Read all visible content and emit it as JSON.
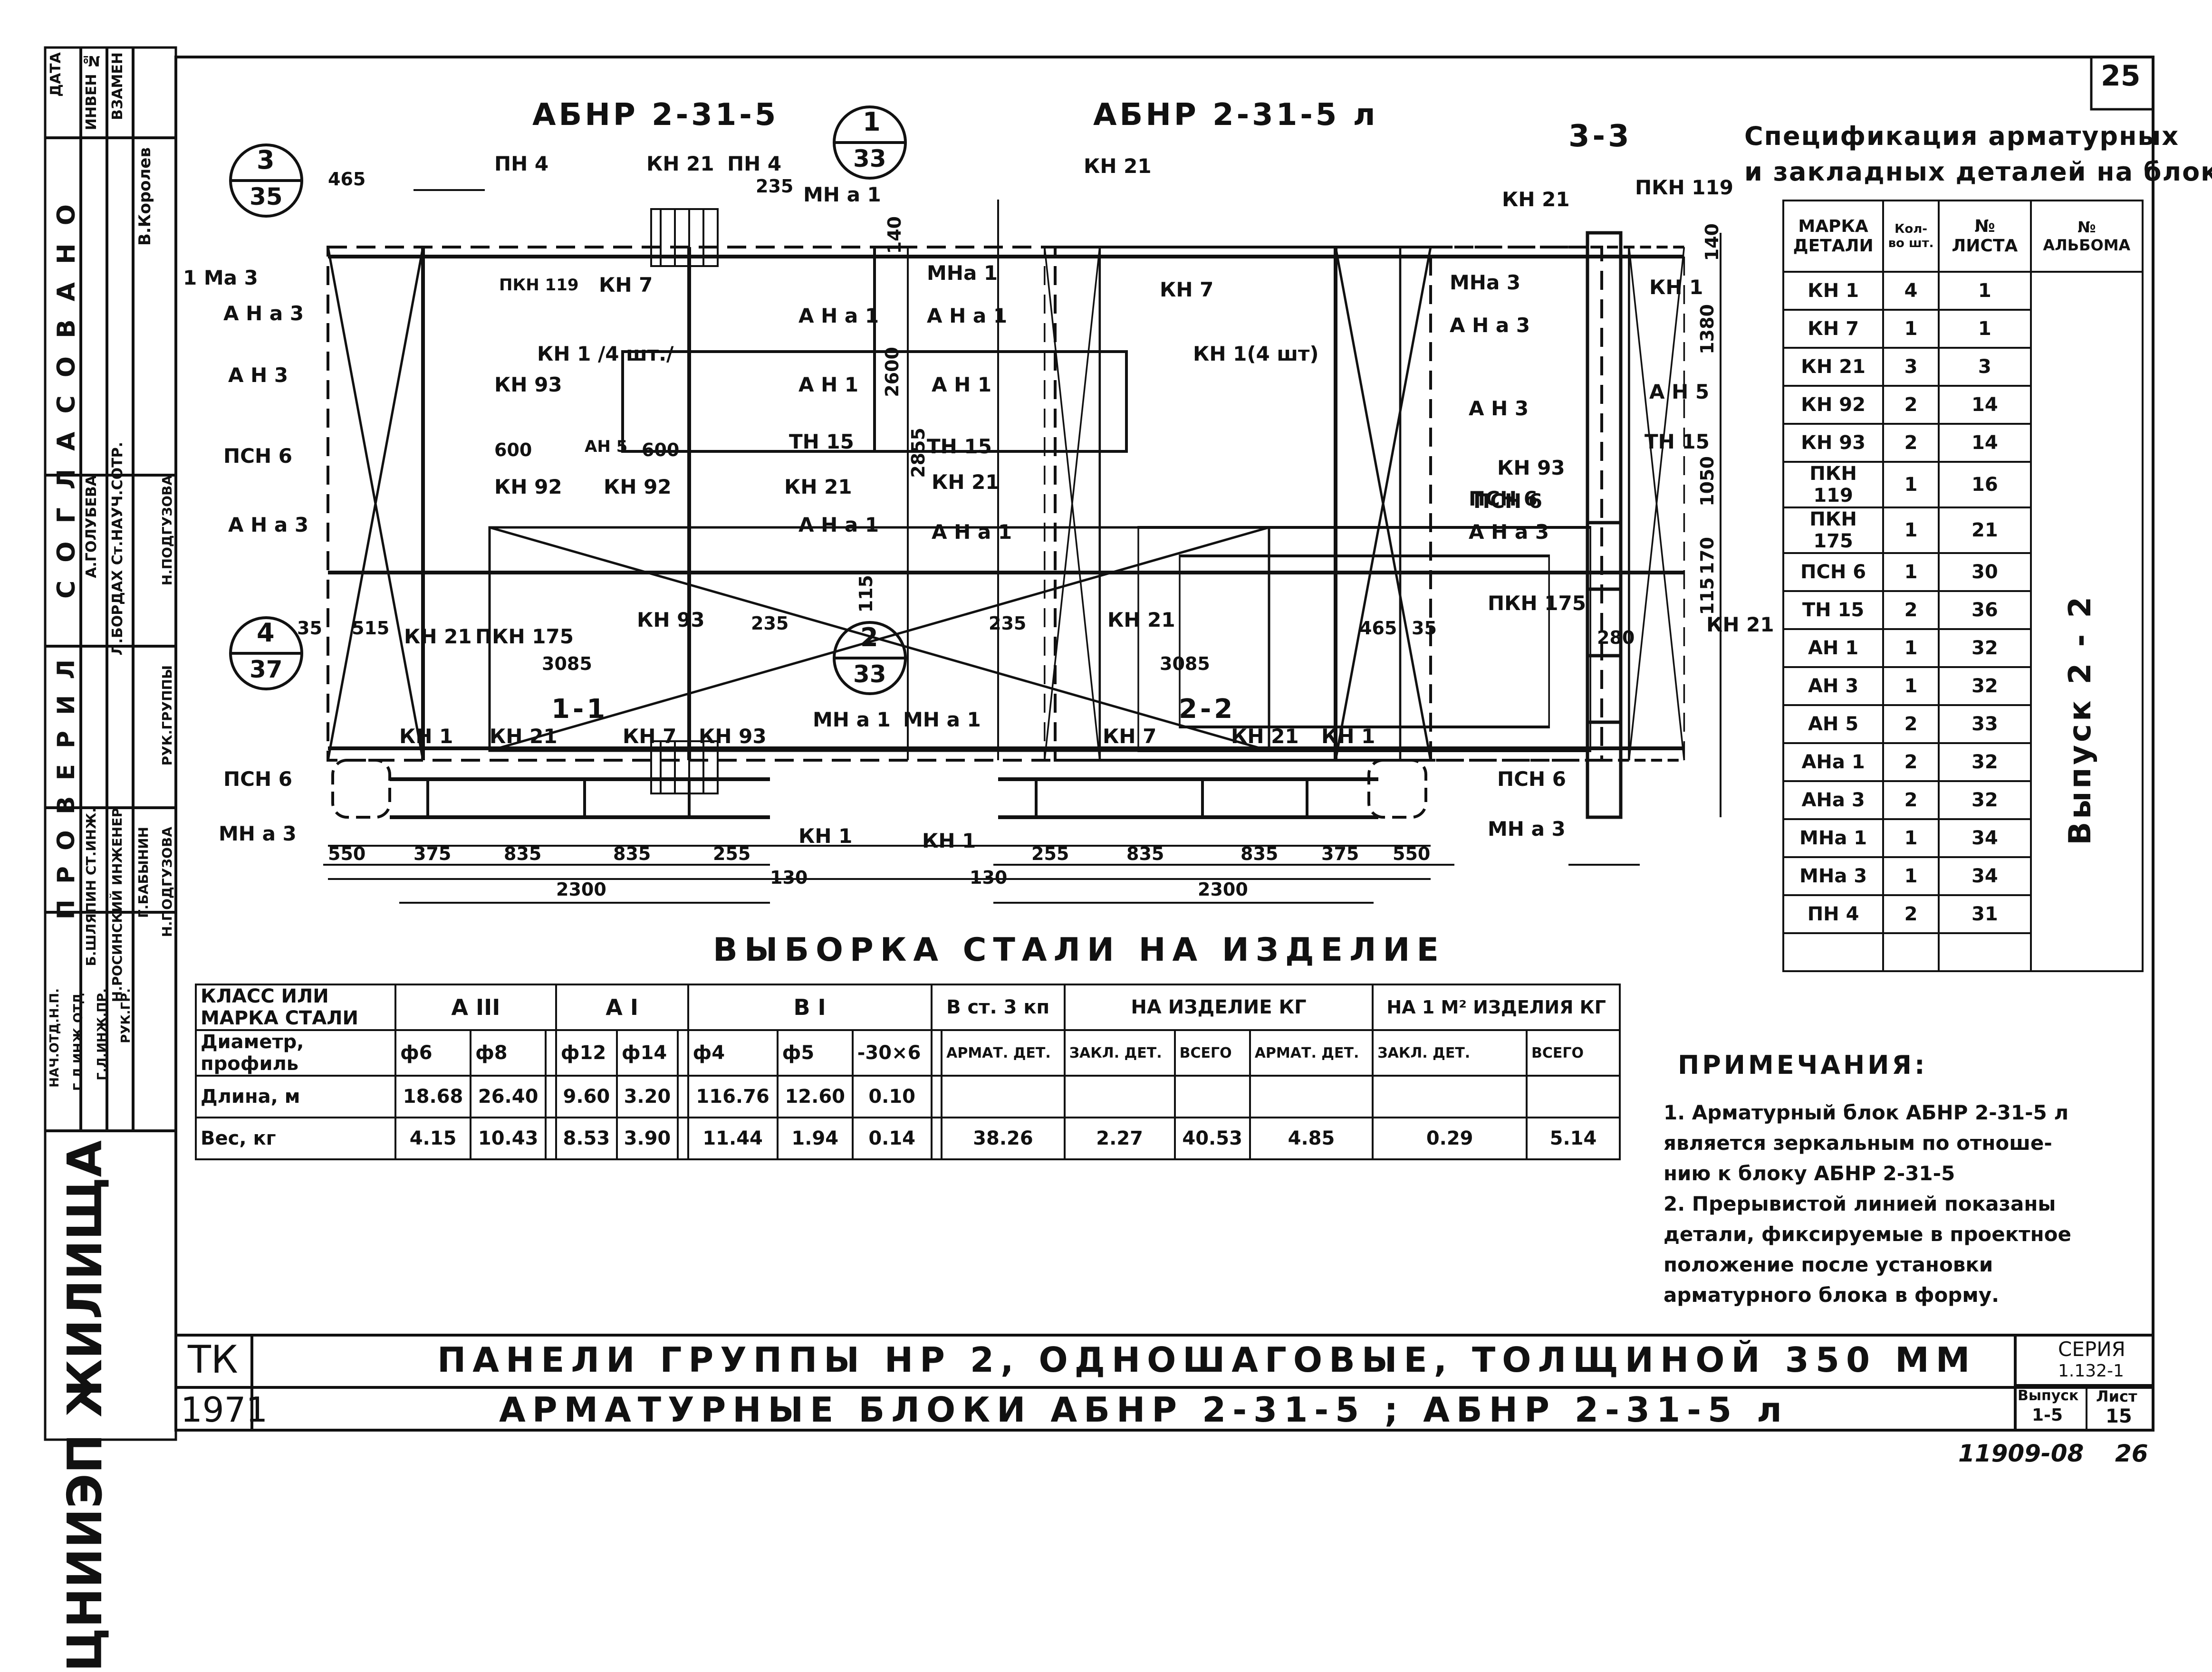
{
  "sheet_corner": "25",
  "left_stamp": {
    "top_cols": [
      "ДАТА",
      "ИНВЕН №",
      "ВЗАМЕН"
    ],
    "agreed_title": "С О Г Л А С О В А Н О",
    "agreed_rows": [
      "А.ГОЛУБЕВА",
      "Л.БОРДАХ Ст.НАУЧ.СОТР.",
      "В.Королев"
    ],
    "checked_title": "П Р О В Е Р И Л",
    "checked_rows": [
      "РУК.ГРУППЫ",
      "Н.ПОДГУЗОВА"
    ],
    "staff_rows": [
      "Б.ШЛЯПИН СТ.ИНЖ.",
      "Н.РОСИНСКИЙ ИНЖЕНЕР",
      "Г.БАБЫНИН",
      "Н.ПОДГУЗОВА"
    ],
    "heads": [
      "НАЧ.ОТД.Н.П.",
      "Г.Л.ИНЖ.ОТД.",
      "Г.Л.ИНЖ.ПР.",
      "РУК.ГР."
    ],
    "org": "ЦНИИЭП ЖИЛИЩА"
  },
  "views": {
    "left_title": "АБНР 2-31-5",
    "mid_title": "АБНР 2-31-5 л",
    "right_title": "3-3",
    "section_11": "1-1",
    "section_22": "2-2"
  },
  "callouts": [
    {
      "top": "3",
      "bottom": "35"
    },
    {
      "top": "1",
      "bottom": "33"
    },
    {
      "top": "4",
      "bottom": "37"
    },
    {
      "top": "2",
      "bottom": "33"
    }
  ],
  "left_labels": [
    "ПН 4",
    "КН 21",
    "ПН 4",
    "МН а 1",
    "1 Ма 3",
    "А Н а 3",
    "А Н 3",
    "ПСН 6",
    "А Н а 3",
    "ПКН 119",
    "КН 7",
    "КН 1 /4 шт./",
    "КН 93",
    "АН 5",
    "КН 92",
    "КН 92",
    "А Н а 1",
    "А Н 1",
    "ТН 15",
    "КН 21",
    "А Н а 1",
    "КН 21",
    "ПКН 175",
    "КН 93"
  ],
  "left_dims": [
    "465",
    "235",
    "140",
    "2600",
    "2855",
    "600",
    "600",
    "115",
    "35",
    "515",
    "235",
    "3085"
  ],
  "mid_labels": [
    "КН 21",
    "МНа 1",
    "МНа 3",
    "А Н а 1",
    "КН 7",
    "КН 1(4 шт)",
    "А Н а 3",
    "А Н 1",
    "А Н 3",
    "ТН 15",
    "КН 21",
    "ПСН 6",
    "А Н а 1",
    "А Н а 3",
    "КН 21"
  ],
  "mid_dims": [
    "235",
    "465",
    "35",
    "3085"
  ],
  "right_labels": [
    "КН 21",
    "ПКН 119",
    "КН 1",
    "А Н 5",
    "ТН 15",
    "КН 93",
    "ПСН 6",
    "ПКН 175",
    "КН 21"
  ],
  "right_dims": [
    "140",
    "1380",
    "1050",
    "170",
    "115",
    "280"
  ],
  "sec11_labels": [
    "КН 1",
    "КН 21",
    "КН 7",
    "КН 93",
    "МН а 1",
    "ПСН 6",
    "МН а 3",
    "КН 1"
  ],
  "sec11_dims": [
    "550",
    "375",
    "835",
    "835",
    "255",
    "130",
    "2300"
  ],
  "sec22_labels": [
    "МН а 1",
    "КН 7",
    "КН 21",
    "КН 1",
    "ПСН 6",
    "МН а 3",
    "КН 1"
  ],
  "sec22_dims": [
    "130",
    "255",
    "835",
    "835",
    "375",
    "550",
    "2300"
  ],
  "spec": {
    "title1": "Спецификация арматурных",
    "title2": "и закладных деталей на блок",
    "headers": [
      "МАРКА ДЕТАЛИ",
      "Кол-во шт.",
      "№ ЛИСТА",
      "№ АЛЬБОМА"
    ],
    "album": "Выпуск 2 - 2",
    "rows": [
      [
        "КН 1",
        "4",
        "1"
      ],
      [
        "КН 7",
        "1",
        "1"
      ],
      [
        "КН 21",
        "3",
        "3"
      ],
      [
        "КН 92",
        "2",
        "14"
      ],
      [
        "КН 93",
        "2",
        "14"
      ],
      [
        "ПКН 119",
        "1",
        "16"
      ],
      [
        "ПКН 175",
        "1",
        "21"
      ],
      [
        "ПСН 6",
        "1",
        "30"
      ],
      [
        "ТН 15",
        "2",
        "36"
      ],
      [
        "АН 1",
        "1",
        "32"
      ],
      [
        "АН 3",
        "1",
        "32"
      ],
      [
        "АН 5",
        "2",
        "33"
      ],
      [
        "АНа 1",
        "2",
        "32"
      ],
      [
        "АНа 3",
        "2",
        "32"
      ],
      [
        "МНа 1",
        "1",
        "34"
      ],
      [
        "МНа 3",
        "1",
        "34"
      ],
      [
        "ПН 4",
        "2",
        "31"
      ],
      [
        "",
        "",
        ""
      ]
    ]
  },
  "steel": {
    "title": "ВЫБОРКА СТАЛИ НА ИЗДЕЛИЕ",
    "h_class": "КЛАСС ИЛИ МАРКА СТАЛИ",
    "h_a3": "А III",
    "h_a1": "А I",
    "h_b1": "В I",
    "h_vst": "В ст. 3 кп",
    "h_item": "НА ИЗДЕЛИЕ КГ",
    "h_m2": "НА 1 М² ИЗДЕЛИЯ КГ",
    "h_diam": "Диаметр, профиль",
    "diams": [
      "ф6",
      "ф8",
      "",
      "ф12",
      "ф14",
      "",
      "ф4",
      "ф5",
      "-30×6",
      ""
    ],
    "sub_item": [
      "АРМАТ. ДЕТ.",
      "ЗАКЛ. ДЕТ.",
      "ВСЕГО"
    ],
    "sub_m2": [
      "АРМАТ. ДЕТ.",
      "ЗАКЛ. ДЕТ.",
      "ВСЕГО"
    ],
    "len_label": "Длина, м",
    "len": [
      "18.68",
      "26.40",
      "",
      "9.60",
      "3.20",
      "",
      "116.76",
      "12.60",
      "0.10",
      "",
      "",
      "",
      "",
      "",
      "",
      ""
    ],
    "wt_label": "Вес, кг",
    "wt": [
      "4.15",
      "10.43",
      "",
      "8.53",
      "3.90",
      "",
      "11.44",
      "1.94",
      "0.14",
      "",
      "38.26",
      "2.27",
      "40.53",
      "4.85",
      "0.29",
      "5.14"
    ]
  },
  "notes": {
    "title": "ПРИМЕЧАНИЯ:",
    "lines": [
      "1. Арматурный блок АБНР 2-31-5 л",
      "является зеркальным по отноше-",
      "нию к блоку АБНР 2-31-5",
      "2. Прерывистой линией показаны",
      "детали, фиксируемые в проектное",
      "положение после установки",
      "арматурного блока в форму."
    ]
  },
  "footer": {
    "tk": "ТК",
    "year": "1971",
    "line1": "ПАНЕЛИ ГРУППЫ НР 2, ОДНОШАГОВЫЕ, ТОЛЩИНОЙ 350 ММ",
    "line2": "АРМАТУРНЫЕ БЛОКИ АБНР 2-31-5 ; АБНР 2-31-5 л",
    "series_label": "СЕРИЯ",
    "series": "1.132-1",
    "vyp_label": "Выпуск",
    "vyp": "1-5",
    "list_label": "Лист",
    "list": "15",
    "code": "11909-08",
    "page": "26"
  }
}
